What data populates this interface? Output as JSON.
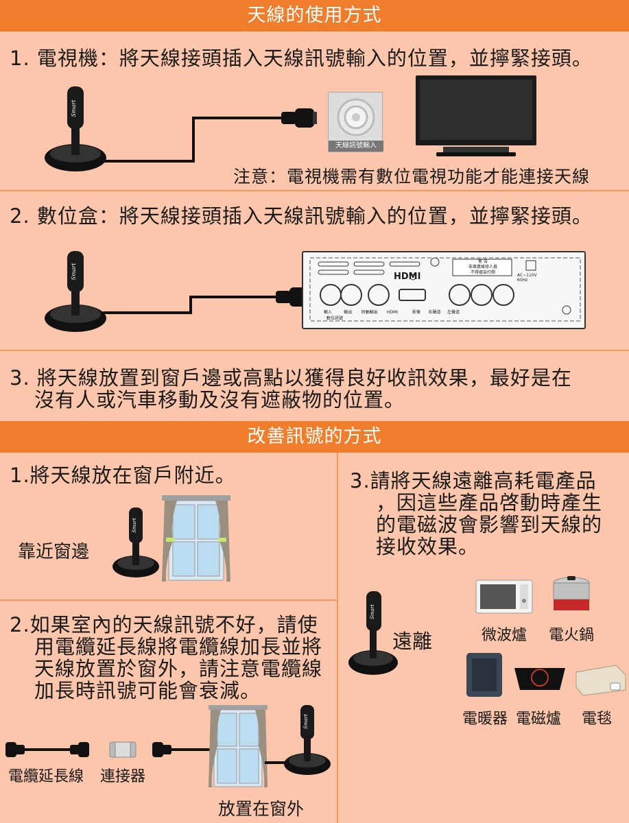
{
  "usage": {
    "title": "天線的使用方式",
    "step1": "1. 電視機：將天線接頭插入天線訊號輸入的位置，並擰緊接頭。",
    "step1_port": "天線訊號輸入",
    "step1_note": "注意：電視機需有數位電視功能才能連接天線",
    "step2": "2. 數位盒：將天線接頭插入天線訊號輸入的位置，並擰緊接頭。",
    "box": {
      "hdmi": "HDMI",
      "warn_title": "警 告",
      "warn_1": "非專業維修人員",
      "warn_2": "不得擅自打開",
      "power": "AC~110V",
      "power_hz": "60Hz",
      "ports": [
        "輸入",
        "輸出",
        "同軸輸出",
        "HDMI",
        "影像",
        "右聲道",
        "左聲道"
      ],
      "port_sub": "數位訊號"
    },
    "step3_line1": "3. 將天線放置到窗戶邊或高點以獲得良好收訊效果，最好是在",
    "step3_line2": "沒有人或汽車移動及沒有遮蔽物的位置。"
  },
  "improve": {
    "title": "改善訊號的方式",
    "tip1": "1.將天線放在窗戶附近。",
    "tip1_label": "靠近窗邊",
    "tip2": [
      "2.如果室內的天線訊號不好，請使",
      "用電纜延長線將電纜線加長並將",
      "天線放置於窗外，請注意電纜線",
      "加長時訊號可能會衰減。"
    ],
    "tip2_label_cable": "電纜延長線",
    "tip2_label_connector": "連接器",
    "tip2_label_outside": "放置在窗外",
    "tip3": [
      "3.請將天線遠離高耗電產品",
      "，因這些產品啓動時產生",
      "的電磁波會影響到天線的",
      "接收效果。"
    ],
    "tip3_label": "遠離",
    "appliances": [
      "微波爐",
      "電火鍋",
      "電暖器",
      "電磁爐",
      "電毯"
    ]
  },
  "brand": "Smart",
  "colors": {
    "accent": "#ef7d2c",
    "bg": "#fbc6ab",
    "line": "#f29a5a"
  }
}
